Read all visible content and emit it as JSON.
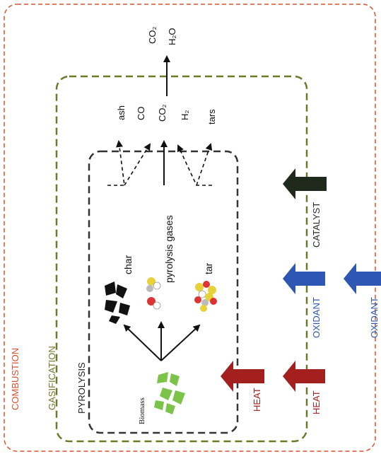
{
  "diagram": {
    "zones": {
      "combustion": "COMBUSTION",
      "gasification": "GASIFICATION",
      "pyrolysis": "PYROLYSIS"
    },
    "biomass": "Biomass",
    "intermediates": {
      "char": "char",
      "pyrolysis_gases": "pyrolysis gases",
      "tar": "tar"
    },
    "products": {
      "ash": "ash",
      "co": "CO",
      "co2": "CO₂",
      "h2": "H₂",
      "tars": "tars"
    },
    "final_products": {
      "co2": "CO₂",
      "h2o": "H₂O"
    },
    "inputs": {
      "heat_pyrolysis": "HEAT",
      "heat_gasification": "HEAT",
      "oxidant_gasification": "OXIDANT",
      "catalyst": "CATALYST",
      "oxidant_combustion": "OXIDANT"
    },
    "colors": {
      "combustion_border": "#d9522f",
      "gasification_border": "#6b7a2a",
      "pyrolysis_border": "#333333",
      "heat": "#a3201e",
      "oxidant": "#2d57b3",
      "catalyst": "#1f2a1c",
      "biomass": "#7cc34a",
      "char": "#111111"
    },
    "icons": {
      "biomass": "biomass-fragments-icon",
      "char": "char-fragments-icon",
      "gas_molecule": "molecule-icon",
      "tar_molecule": "molecule-cluster-icon"
    }
  }
}
